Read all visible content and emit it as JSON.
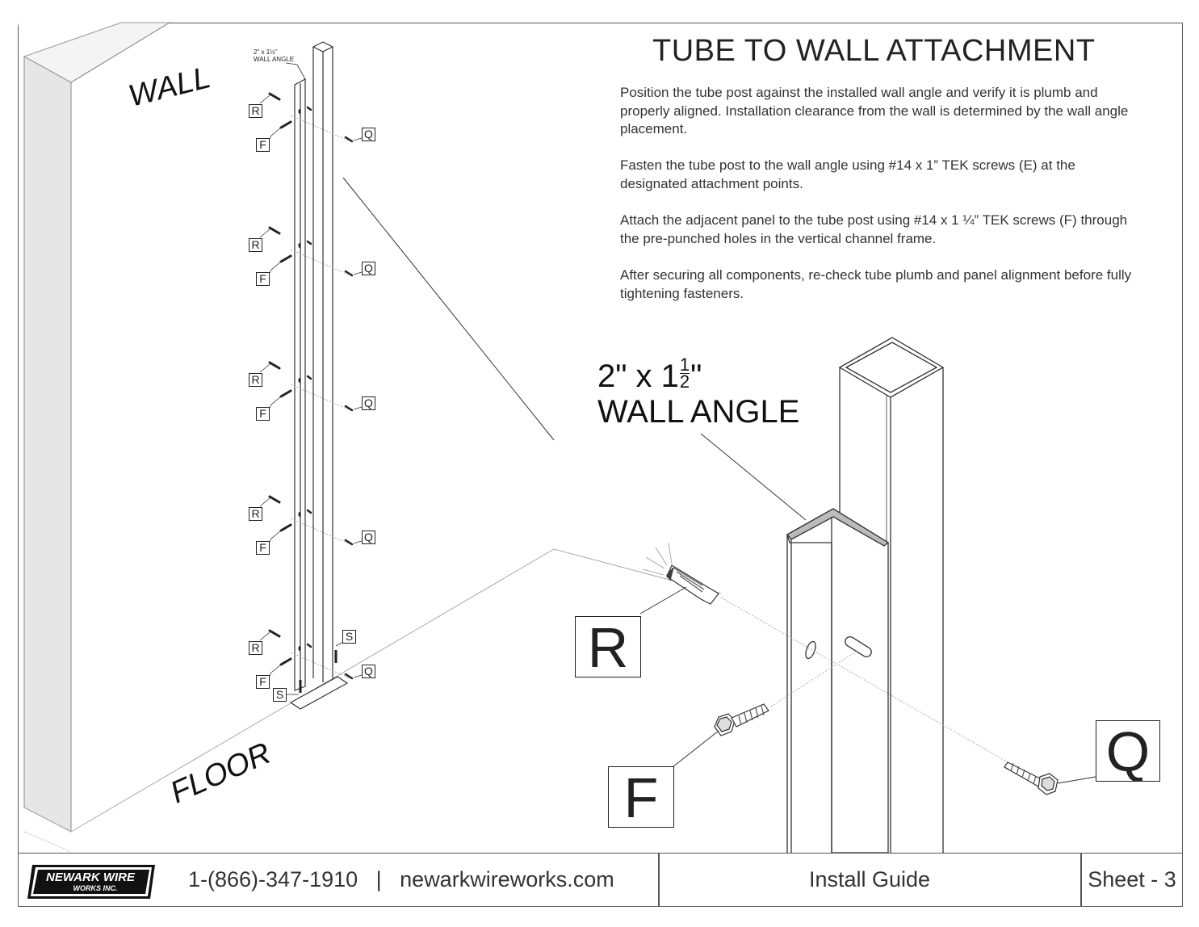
{
  "title": "TUBE TO WALL ATTACHMENT",
  "instructions": [
    "Position the tube post against the installed wall angle and verify it is plumb and properly aligned. Installation clearance from the wall is determined by the wall angle placement.",
    "Fasten the tube post to the wall angle using #14 x 1” TEK screws (E) at the designated attachment points.",
    "Attach the adjacent panel to the tube post using #14 x 1 ¼” TEK screws (F) through the pre-punched holes in the vertical channel frame.",
    "After securing all components, re-check tube plumb and panel alignment before fully tightening fasteners."
  ],
  "labels": {
    "wall": "WALL",
    "floor": "FLOOR",
    "wall_angle_small_line1": "2\" x 1½\"",
    "wall_angle_small_line2": "WALL ANGLE",
    "wall_angle_big_line1": "2\" x 1",
    "wall_angle_big_fraction_num": "1",
    "wall_angle_big_fraction_den": "2",
    "wall_angle_big_inch": "\"",
    "wall_angle_big_line2": "WALL ANGLE",
    "callout_r": "R",
    "callout_f": "F",
    "callout_q": "Q",
    "callout_s": "S"
  },
  "footer": {
    "logo_line1": "NEWARK WIRE",
    "logo_line2": "WORKS INC.",
    "contact": "1-(866)-347-1910   |   newarkwireworks.com",
    "doc_type": "Install Guide",
    "sheet": "Sheet - 3"
  }
}
